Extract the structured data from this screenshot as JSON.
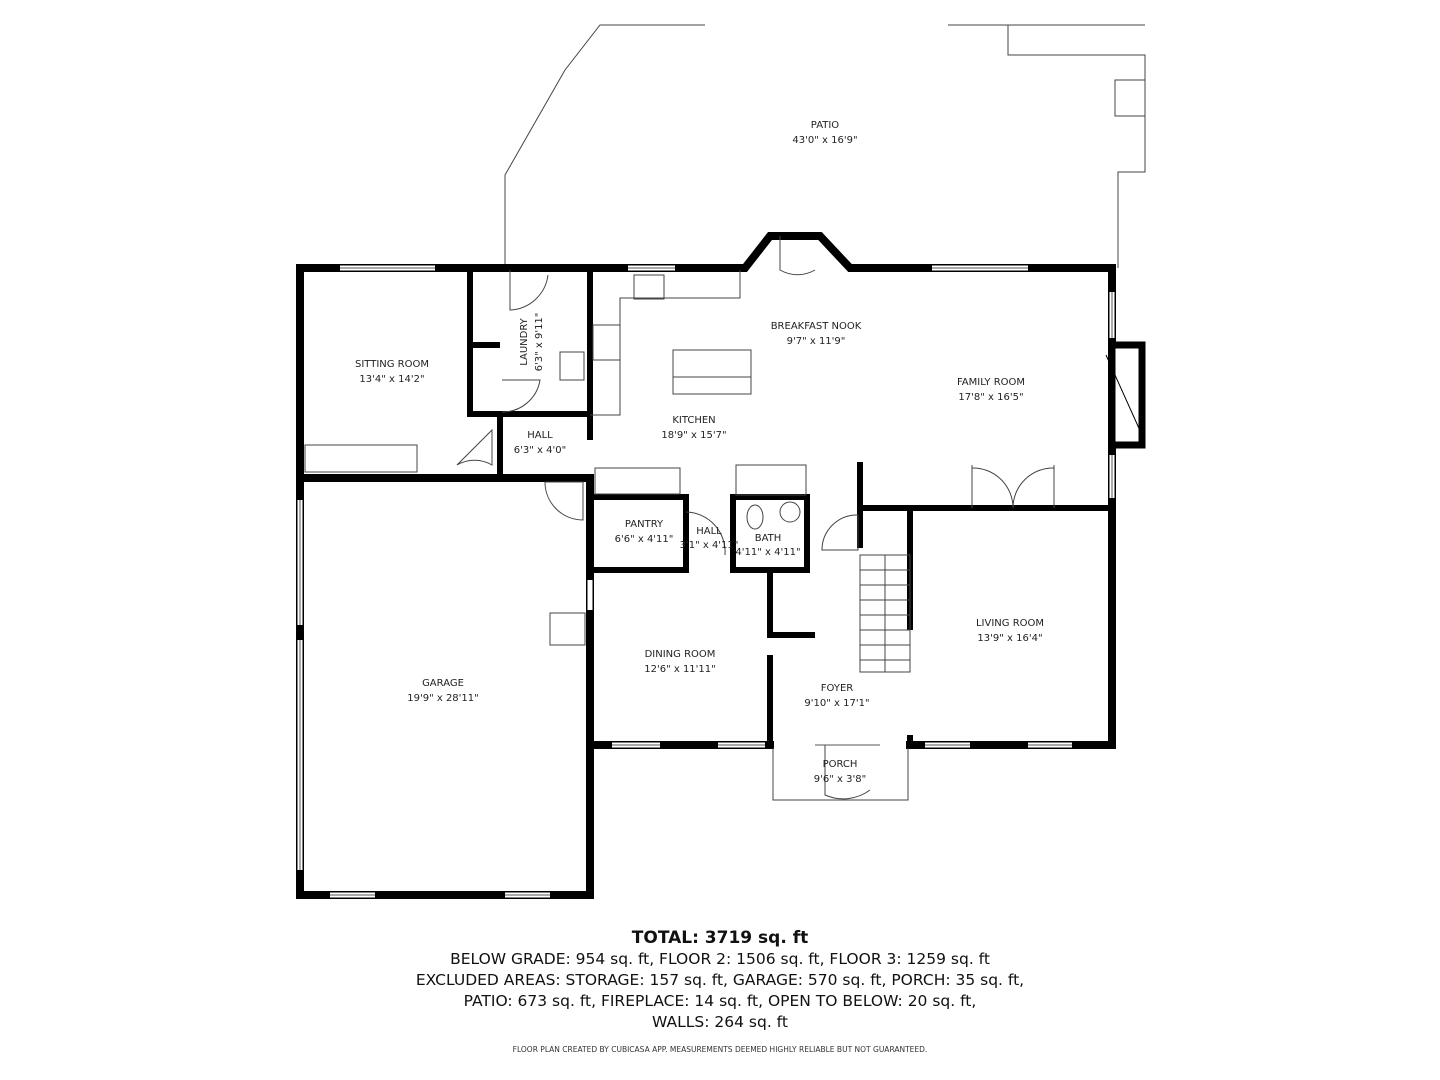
{
  "rooms": {
    "patio": {
      "name": "PATIO",
      "dims": "43'0\" x 16'9\""
    },
    "sitting_room": {
      "name": "SITTING ROOM",
      "dims": "13'4\" x 14'2\""
    },
    "laundry": {
      "name": "LAUNDRY",
      "dims": "6'3\" x 9'11\""
    },
    "breakfast_nook": {
      "name": "BREAKFAST NOOK",
      "dims": "9'7\" x 11'9\""
    },
    "family_room": {
      "name": "FAMILY ROOM",
      "dims": "17'8\" x 16'5\""
    },
    "kitchen": {
      "name": "KITCHEN",
      "dims": "18'9\" x 15'7\""
    },
    "hall_1": {
      "name": "HALL",
      "dims": "6'3\" x 4'0\""
    },
    "pantry": {
      "name": "PANTRY",
      "dims": "6'6\" x 4'11\""
    },
    "hall_2": {
      "name": "HALL",
      "dims": "3'1\" x 4'11\""
    },
    "bath": {
      "name": "BATH",
      "dims": "4'11\" x 4'11\""
    },
    "garage": {
      "name": "GARAGE",
      "dims": "19'9\" x 28'11\""
    },
    "dining_room": {
      "name": "DINING ROOM",
      "dims": "12'6\" x 11'11\""
    },
    "living_room": {
      "name": "LIVING ROOM",
      "dims": "13'9\" x 16'4\""
    },
    "foyer": {
      "name": "FOYER",
      "dims": "9'10\" x 17'1\""
    },
    "porch": {
      "name": "PORCH",
      "dims": "9'6\" x 3'8\""
    }
  },
  "summary": {
    "total": "TOTAL: 3719 sq. ft",
    "lines": [
      "BELOW GRADE: 954 sq. ft, FLOOR 2: 1506 sq. ft, FLOOR 3: 1259 sq. ft",
      "EXCLUDED AREAS: STORAGE: 157 sq. ft, GARAGE: 570 sq. ft, PORCH: 35 sq. ft,",
      "PATIO: 673 sq. ft, FIREPLACE: 14 sq. ft, OPEN TO BELOW: 20 sq. ft,",
      "WALLS: 264 sq. ft"
    ],
    "credit": "FLOOR PLAN CREATED BY CUBICASA APP. MEASUREMENTS DEEMED HIGHLY RELIABLE BUT NOT GUARANTEED."
  }
}
